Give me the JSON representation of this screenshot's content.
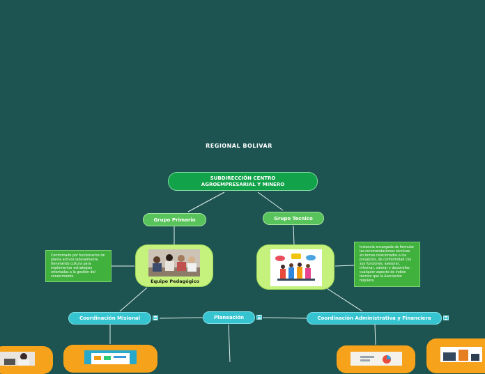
{
  "title": "REGIONAL BOLIVAR",
  "root": {
    "line1": "SUBDIRECCIÓN CENTRO",
    "line2": "AGROEMPRESARIAL Y MINERO"
  },
  "groups": {
    "primario": "Grupo Primario",
    "tecnico": "Grupo Tecnico"
  },
  "equipo_label": "Equipo Pedagógico",
  "notes": {
    "left": "Conformado por funcionarios de planta activos laboralmente. Generando cultura para implementar estrategias orientadas a la gestión del conocimiento.",
    "right": "Instancia encargada de formular las recomendaciones técnicas en temas relacionados a los proyectos, de conformidad con sus funciones, asesorar, informar, valorar y desarrollar, cualquier aspecto de índole técnico que la Asociación requiera."
  },
  "subtopics": {
    "misional": "Coordinación Misional",
    "planeacion": "Planeación",
    "administrativa": "Coordinación Administrativa y Financiera"
  },
  "icons": {
    "note": "note-lines-icon"
  },
  "colors": {
    "background": "#1d5451",
    "root": "#11a24a",
    "group": "#58c35a",
    "card": "#c4f27c",
    "subtopic": "#36c5d0",
    "orange": "#f7a21b"
  }
}
